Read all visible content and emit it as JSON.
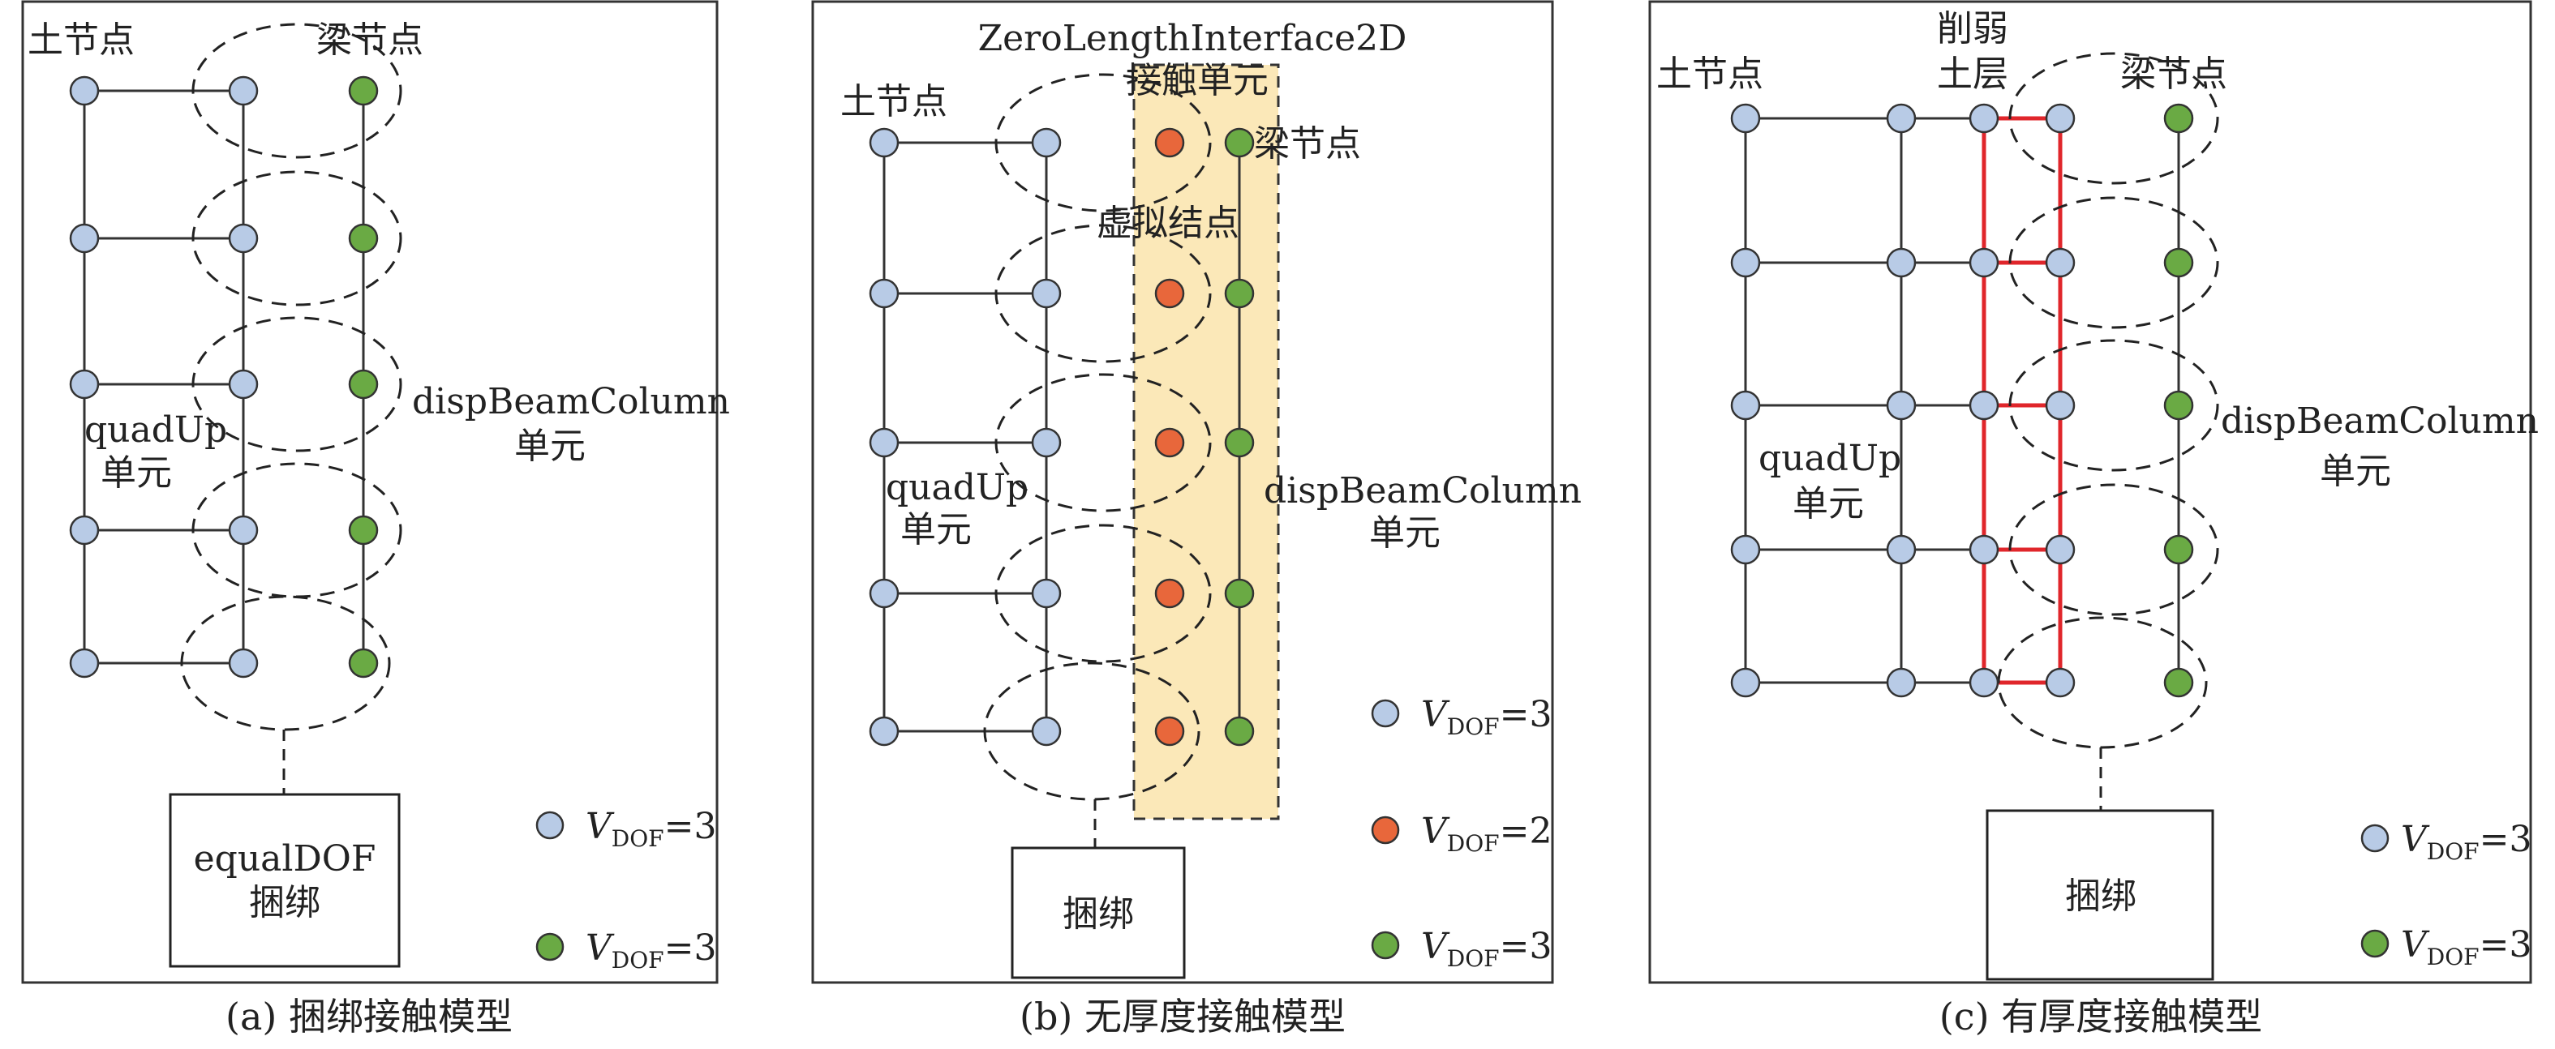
{
  "colors": {
    "soil_node": "#b8cbe6",
    "beam_node": "#6aaa44",
    "virtual_node": "#e8673b",
    "interface_band": "#fbe8b8",
    "weakened_layer": "#e0262b"
  },
  "panel_a": {
    "caption": "(a) 捆绑接触模型",
    "soil_node_label": "土节点",
    "beam_node_label": "梁节点",
    "quad_label_line1": "quadUp",
    "quad_label_line2": "单元",
    "beam_elem_line1": "dispBeamColumn",
    "beam_elem_line2": "单元",
    "box_line1": "equalDOF",
    "box_line2": "捆绑",
    "legend": [
      {
        "v": "V",
        "sub": "DOF",
        "eq": "=3"
      },
      {
        "v": "V",
        "sub": "DOF",
        "eq": "=3"
      }
    ]
  },
  "panel_b": {
    "caption": "(b) 无厚度接触模型",
    "interface_label_line1": "ZeroLengthInterface2D",
    "interface_label_line2": "接触单元",
    "soil_node_label": "土节点",
    "beam_node_label": "梁节点",
    "virtual_node_label": "虚拟结点",
    "quad_label_line1": "quadUp",
    "quad_label_line2": "单元",
    "beam_elem_line1": "dispBeamColumn",
    "beam_elem_line2": "单元",
    "box_line1": "捆绑",
    "legend": [
      {
        "v": "V",
        "sub": "DOF",
        "eq": "=3"
      },
      {
        "v": "V",
        "sub": "DOF",
        "eq": "=2"
      },
      {
        "v": "V",
        "sub": "DOF",
        "eq": "=3"
      }
    ]
  },
  "panel_c": {
    "caption": "(c) 有厚度接触模型",
    "weak_label_line1": "削弱",
    "weak_label_line2": "土层",
    "soil_node_label": "土节点",
    "beam_node_label": "梁节点",
    "quad_label_line1": "quadUp",
    "quad_label_line2": "单元",
    "beam_elem_line1": "dispBeamColumn",
    "beam_elem_line2": "单元",
    "box_line1": "捆绑",
    "legend": [
      {
        "v": "V",
        "sub": "DOF",
        "eq": "=3"
      },
      {
        "v": "V",
        "sub": "DOF",
        "eq": "=3"
      }
    ]
  }
}
